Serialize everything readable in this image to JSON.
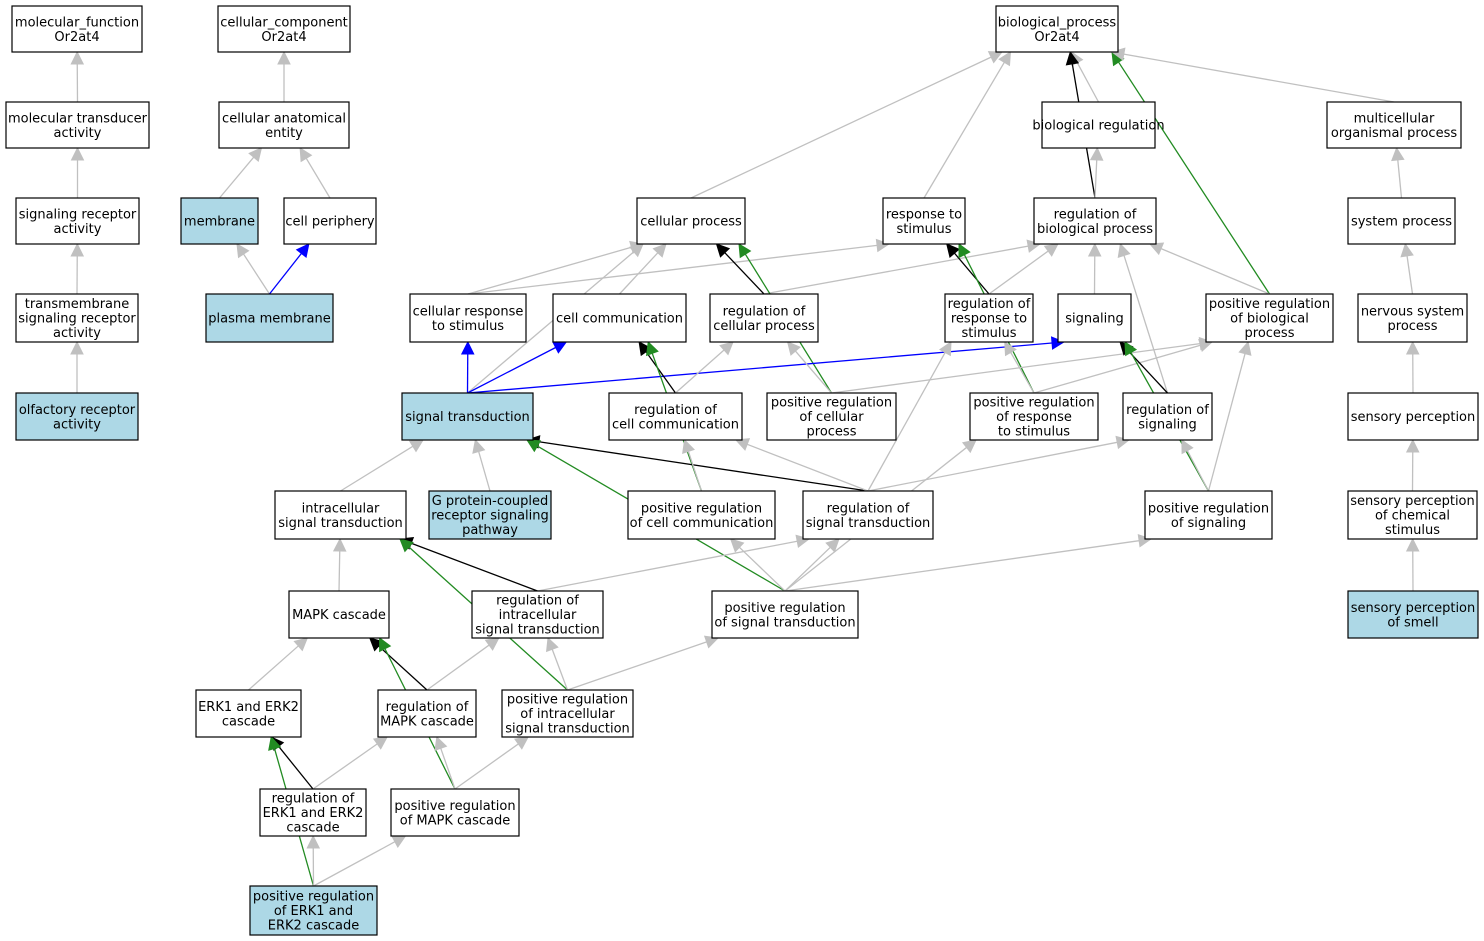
{
  "colors": {
    "highlight_fill": "#add8e6",
    "default_fill": "#ffffff",
    "edge_is_a": "#c0c0c0",
    "edge_regulates": "#000000",
    "edge_positively_regulates": "#228b22",
    "edge_part_of": "#0000ff"
  },
  "nodes": [
    {
      "id": "mf",
      "lines": [
        "molecular_function",
        "Or2at4"
      ],
      "highlight": false
    },
    {
      "id": "cc",
      "lines": [
        "cellular_component",
        "Or2at4"
      ],
      "highlight": false
    },
    {
      "id": "bp",
      "lines": [
        "biological_process",
        "Or2at4"
      ],
      "highlight": false
    },
    {
      "id": "mta",
      "lines": [
        "molecular transducer",
        "activity"
      ],
      "highlight": false
    },
    {
      "id": "cae",
      "lines": [
        "cellular anatomical",
        "entity"
      ],
      "highlight": false
    },
    {
      "id": "breg",
      "lines": [
        "biological regulation"
      ],
      "highlight": false
    },
    {
      "id": "mop",
      "lines": [
        "multicellular",
        "organismal process"
      ],
      "highlight": false
    },
    {
      "id": "sra",
      "lines": [
        "signaling receptor",
        "activity"
      ],
      "highlight": false
    },
    {
      "id": "mem",
      "lines": [
        "membrane"
      ],
      "highlight": true
    },
    {
      "id": "cper",
      "lines": [
        "cell periphery"
      ],
      "highlight": false
    },
    {
      "id": "cp",
      "lines": [
        "cellular process"
      ],
      "highlight": false
    },
    {
      "id": "rts",
      "lines": [
        "response to",
        "stimulus"
      ],
      "highlight": false
    },
    {
      "id": "rbp",
      "lines": [
        "regulation of",
        "biological process"
      ],
      "highlight": false
    },
    {
      "id": "sp",
      "lines": [
        "system process"
      ],
      "highlight": false
    },
    {
      "id": "tsra",
      "lines": [
        "transmembrane",
        "signaling receptor",
        "activity"
      ],
      "highlight": false
    },
    {
      "id": "pm",
      "lines": [
        "plasma membrane"
      ],
      "highlight": true
    },
    {
      "id": "crs",
      "lines": [
        "cellular response",
        "to stimulus"
      ],
      "highlight": false
    },
    {
      "id": "ccom",
      "lines": [
        "cell communication"
      ],
      "highlight": false
    },
    {
      "id": "rcp",
      "lines": [
        "regulation of",
        "cellular process"
      ],
      "highlight": false
    },
    {
      "id": "rrs",
      "lines": [
        "regulation of",
        "response to",
        "stimulus"
      ],
      "highlight": false
    },
    {
      "id": "sig",
      "lines": [
        "signaling"
      ],
      "highlight": false
    },
    {
      "id": "prbp",
      "lines": [
        "positive regulation",
        "of biological",
        "process"
      ],
      "highlight": false
    },
    {
      "id": "nsp",
      "lines": [
        "nervous system",
        "process"
      ],
      "highlight": false
    },
    {
      "id": "ora",
      "lines": [
        "olfactory receptor",
        "activity"
      ],
      "highlight": true
    },
    {
      "id": "st",
      "lines": [
        "signal transduction"
      ],
      "highlight": true
    },
    {
      "id": "rcc",
      "lines": [
        "regulation of",
        "cell communication"
      ],
      "highlight": false
    },
    {
      "id": "prcp",
      "lines": [
        "positive regulation",
        "of cellular",
        "process"
      ],
      "highlight": false
    },
    {
      "id": "prrs",
      "lines": [
        "positive regulation",
        "of response",
        "to stimulus"
      ],
      "highlight": false
    },
    {
      "id": "rsig",
      "lines": [
        "regulation of",
        "signaling"
      ],
      "highlight": false
    },
    {
      "id": "sper",
      "lines": [
        "sensory perception"
      ],
      "highlight": false
    },
    {
      "id": "ist",
      "lines": [
        "intracellular",
        "signal transduction"
      ],
      "highlight": false
    },
    {
      "id": "gpcr",
      "lines": [
        "G protein-coupled",
        "receptor signaling",
        "pathway"
      ],
      "highlight": true
    },
    {
      "id": "prcc",
      "lines": [
        "positive regulation",
        "of cell communication"
      ],
      "highlight": false
    },
    {
      "id": "rst",
      "lines": [
        "regulation of",
        "signal transduction"
      ],
      "highlight": false
    },
    {
      "id": "prsig",
      "lines": [
        "positive regulation",
        "of signaling"
      ],
      "highlight": false
    },
    {
      "id": "spcs",
      "lines": [
        "sensory perception",
        "of chemical",
        "stimulus"
      ],
      "highlight": false
    },
    {
      "id": "mapk",
      "lines": [
        "MAPK cascade"
      ],
      "highlight": false
    },
    {
      "id": "rist",
      "lines": [
        "regulation of",
        "intracellular",
        "signal transduction"
      ],
      "highlight": false
    },
    {
      "id": "prst",
      "lines": [
        "positive regulation",
        "of signal transduction"
      ],
      "highlight": false
    },
    {
      "id": "sps",
      "lines": [
        "sensory perception",
        "of smell"
      ],
      "highlight": true
    },
    {
      "id": "erk",
      "lines": [
        "ERK1 and ERK2",
        "cascade"
      ],
      "highlight": false
    },
    {
      "id": "rmapk",
      "lines": [
        "regulation of",
        "MAPK cascade"
      ],
      "highlight": false
    },
    {
      "id": "prist",
      "lines": [
        "positive regulation",
        "of intracellular",
        "signal transduction"
      ],
      "highlight": false
    },
    {
      "id": "rerk",
      "lines": [
        "regulation of",
        "ERK1 and ERK2",
        "cascade"
      ],
      "highlight": false
    },
    {
      "id": "prmapk",
      "lines": [
        "positive regulation",
        "of MAPK cascade"
      ],
      "highlight": false
    },
    {
      "id": "prerk",
      "lines": [
        "positive regulation",
        "of ERK1 and",
        "ERK2 cascade"
      ],
      "highlight": true
    }
  ],
  "edges": [
    {
      "from": "mta",
      "to": "mf",
      "type": "is_a"
    },
    {
      "from": "sra",
      "to": "mta",
      "type": "is_a"
    },
    {
      "from": "tsra",
      "to": "sra",
      "type": "is_a"
    },
    {
      "from": "ora",
      "to": "tsra",
      "type": "is_a"
    },
    {
      "from": "cae",
      "to": "cc",
      "type": "is_a"
    },
    {
      "from": "mem",
      "to": "cae",
      "type": "is_a"
    },
    {
      "from": "cper",
      "to": "cae",
      "type": "is_a"
    },
    {
      "from": "pm",
      "to": "mem",
      "type": "is_a"
    },
    {
      "from": "pm",
      "to": "cper",
      "type": "part_of"
    },
    {
      "from": "cp",
      "to": "bp",
      "type": "is_a"
    },
    {
      "from": "rts",
      "to": "bp",
      "type": "is_a"
    },
    {
      "from": "breg",
      "to": "bp",
      "type": "is_a"
    },
    {
      "from": "rbp",
      "to": "bp",
      "type": "regulates"
    },
    {
      "from": "prbp",
      "to": "bp",
      "type": "positively_regulates"
    },
    {
      "from": "mop",
      "to": "bp",
      "type": "is_a"
    },
    {
      "from": "rbp",
      "to": "breg",
      "type": "is_a"
    },
    {
      "from": "sp",
      "to": "mop",
      "type": "is_a"
    },
    {
      "from": "nsp",
      "to": "sp",
      "type": "is_a"
    },
    {
      "from": "sper",
      "to": "nsp",
      "type": "is_a"
    },
    {
      "from": "spcs",
      "to": "sper",
      "type": "is_a"
    },
    {
      "from": "sps",
      "to": "spcs",
      "type": "is_a"
    },
    {
      "from": "crs",
      "to": "cp",
      "type": "is_a"
    },
    {
      "from": "crs",
      "to": "rts",
      "type": "is_a"
    },
    {
      "from": "ccom",
      "to": "cp",
      "type": "is_a"
    },
    {
      "from": "rcp",
      "to": "cp",
      "type": "regulates"
    },
    {
      "from": "rcp",
      "to": "rbp",
      "type": "is_a"
    },
    {
      "from": "st",
      "to": "cp",
      "type": "is_a"
    },
    {
      "from": "prcp",
      "to": "cp",
      "type": "positively_regulates"
    },
    {
      "from": "rrs",
      "to": "rts",
      "type": "regulates"
    },
    {
      "from": "rrs",
      "to": "rbp",
      "type": "is_a"
    },
    {
      "from": "prrs",
      "to": "rts",
      "type": "positively_regulates"
    },
    {
      "from": "sig",
      "to": "rbp",
      "type": "is_a"
    },
    {
      "from": "prbp",
      "to": "rbp",
      "type": "is_a"
    },
    {
      "from": "rsig",
      "to": "rbp",
      "type": "is_a"
    },
    {
      "from": "st",
      "to": "crs",
      "type": "part_of"
    },
    {
      "from": "st",
      "to": "ccom",
      "type": "part_of"
    },
    {
      "from": "st",
      "to": "sig",
      "type": "part_of"
    },
    {
      "from": "rcc",
      "to": "ccom",
      "type": "regulates"
    },
    {
      "from": "prcc",
      "to": "ccom",
      "type": "positively_regulates"
    },
    {
      "from": "rcc",
      "to": "rcp",
      "type": "is_a"
    },
    {
      "from": "prcp",
      "to": "rcp",
      "type": "is_a"
    },
    {
      "from": "rst",
      "to": "rrs",
      "type": "is_a"
    },
    {
      "from": "prrs",
      "to": "rrs",
      "type": "is_a"
    },
    {
      "from": "prcp",
      "to": "prbp",
      "type": "is_a"
    },
    {
      "from": "prrs",
      "to": "prbp",
      "type": "is_a"
    },
    {
      "from": "prsig",
      "to": "prbp",
      "type": "is_a"
    },
    {
      "from": "rsig",
      "to": "sig",
      "type": "regulates"
    },
    {
      "from": "prsig",
      "to": "sig",
      "type": "positively_regulates"
    },
    {
      "from": "ist",
      "to": "st",
      "type": "is_a"
    },
    {
      "from": "gpcr",
      "to": "st",
      "type": "is_a"
    },
    {
      "from": "rst",
      "to": "st",
      "type": "regulates"
    },
    {
      "from": "prst",
      "to": "st",
      "type": "positively_regulates"
    },
    {
      "from": "prcc",
      "to": "rcc",
      "type": "is_a"
    },
    {
      "from": "rst",
      "to": "rcc",
      "type": "is_a"
    },
    {
      "from": "rst",
      "to": "rsig",
      "type": "is_a"
    },
    {
      "from": "prsig",
      "to": "rsig",
      "type": "is_a"
    },
    {
      "from": "prst",
      "to": "prcc",
      "type": "is_a"
    },
    {
      "from": "prst",
      "to": "rst",
      "type": "is_a"
    },
    {
      "from": "prst",
      "to": "prrs",
      "type": "is_a"
    },
    {
      "from": "prst",
      "to": "prsig",
      "type": "is_a"
    },
    {
      "from": "rist",
      "to": "rst",
      "type": "is_a"
    },
    {
      "from": "mapk",
      "to": "ist",
      "type": "is_a"
    },
    {
      "from": "rist",
      "to": "ist",
      "type": "regulates"
    },
    {
      "from": "prist",
      "to": "ist",
      "type": "positively_regulates"
    },
    {
      "from": "erk",
      "to": "mapk",
      "type": "is_a"
    },
    {
      "from": "rmapk",
      "to": "mapk",
      "type": "regulates"
    },
    {
      "from": "prmapk",
      "to": "mapk",
      "type": "positively_regulates"
    },
    {
      "from": "rmapk",
      "to": "rist",
      "type": "is_a"
    },
    {
      "from": "prist",
      "to": "rist",
      "type": "is_a"
    },
    {
      "from": "prist",
      "to": "prst",
      "type": "is_a"
    },
    {
      "from": "rerk",
      "to": "erk",
      "type": "regulates"
    },
    {
      "from": "prerk",
      "to": "erk",
      "type": "positively_regulates"
    },
    {
      "from": "rerk",
      "to": "rmapk",
      "type": "is_a"
    },
    {
      "from": "prmapk",
      "to": "rmapk",
      "type": "is_a"
    },
    {
      "from": "prmapk",
      "to": "prist",
      "type": "is_a"
    },
    {
      "from": "prerk",
      "to": "rerk",
      "type": "is_a"
    },
    {
      "from": "prerk",
      "to": "prmapk",
      "type": "is_a"
    }
  ]
}
